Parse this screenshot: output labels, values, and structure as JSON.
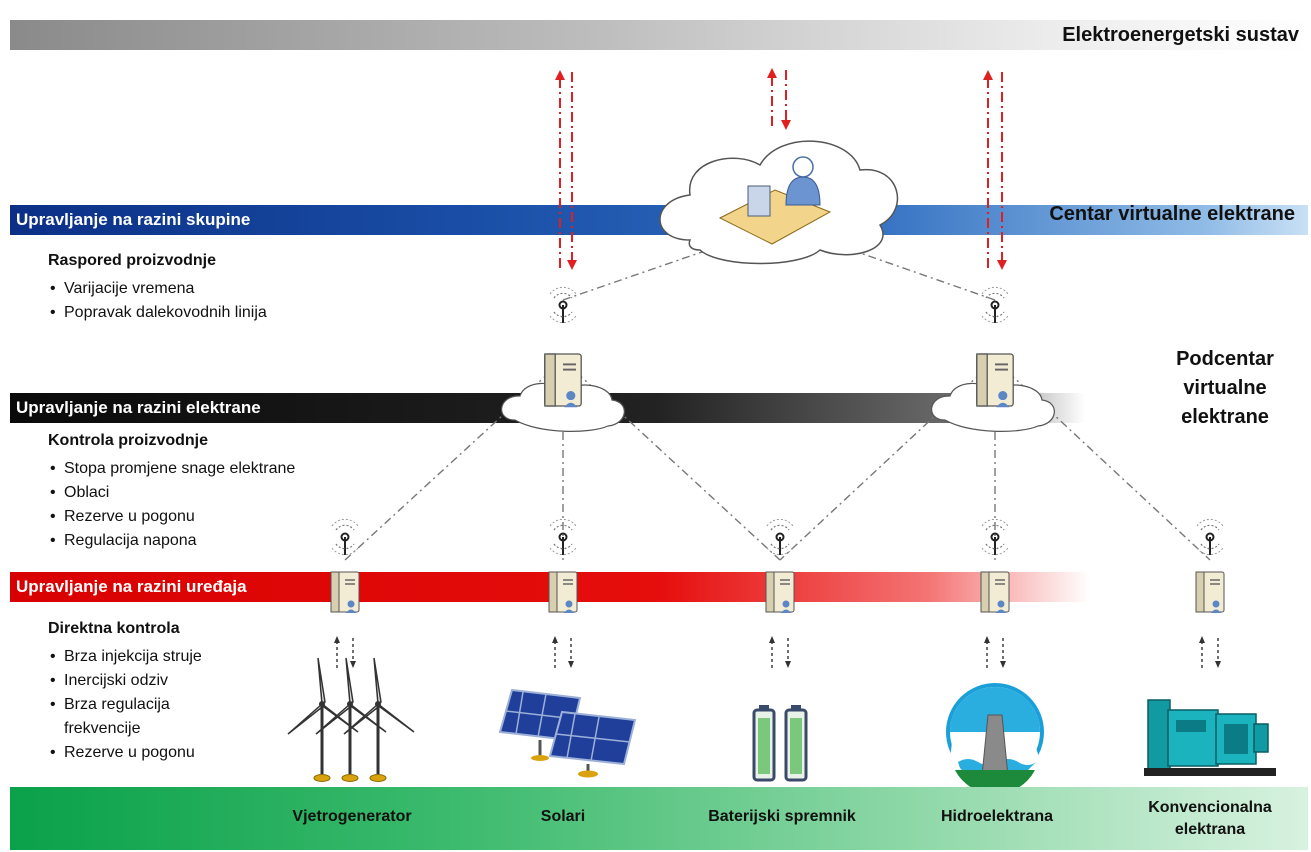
{
  "header": {
    "title": "Elektroenergetski sustav"
  },
  "levels": {
    "group": {
      "label": "Upravljanje na razini skupine"
    },
    "plant": {
      "label": "Upravljanje na razini elektrane"
    },
    "device": {
      "label": "Upravljanje na razini uređaja"
    }
  },
  "center_label": "Centar virtualne elektrane",
  "subcenter_label": [
    "Podcentar",
    "virtualne",
    "elektrane"
  ],
  "sections": {
    "group": {
      "title": "Raspored proizvodnje",
      "items": [
        "Varijacije vremena",
        "Popravak dalekovodnih linija"
      ]
    },
    "plant": {
      "title": "Kontrola proizvodnje",
      "items": [
        "Stopa promjene snage elektrane",
        "Oblaci",
        "Rezerve u pogonu",
        "Regulacija napona"
      ]
    },
    "device": {
      "title": "Direktna kontrola",
      "items": [
        "Brza injekcija struje",
        "Inercijski odziv",
        "Brza regulacija frekvencije",
        "Rezerve u pogonu"
      ]
    }
  },
  "plants": [
    {
      "label": "Vjetrogenerator",
      "icon": "wind-turbine-icon"
    },
    {
      "label": "Solari",
      "icon": "solar-panel-icon"
    },
    {
      "label": "Baterijski spremnik",
      "icon": "battery-icon"
    },
    {
      "label": "Hidroelektrana",
      "icon": "hydro-dam-icon"
    },
    {
      "label": "Konvencionalna elektrana",
      "icon": "generator-icon"
    }
  ],
  "colors": {
    "group": "#1a4ea6",
    "plant": "#1a1a1a",
    "device": "#e00000",
    "bottom": "#0aa14a",
    "arrow": "#e02020"
  }
}
